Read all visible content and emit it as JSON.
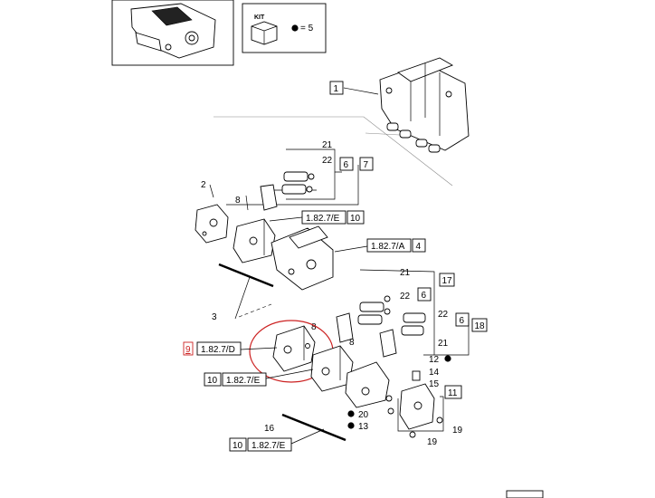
{
  "kit": {
    "title": "KIT",
    "qty": "= 5"
  },
  "callouts": {
    "c1": "1",
    "c2": "2",
    "c3": "3",
    "c4": "4",
    "c6a": "6",
    "c6b": "6",
    "c6c": "6",
    "c7": "7",
    "c8a": "8",
    "c8b": "8",
    "c8c": "8",
    "c9": "9",
    "c10a": "10",
    "c10b": "10",
    "c10c": "10",
    "c11": "11",
    "c12": "12",
    "c13": "13",
    "c14": "14",
    "c15": "15",
    "c16": "16",
    "c17": "17",
    "c18": "18",
    "c19a": "19",
    "c19b": "19",
    "c20": "20",
    "c21a": "21",
    "c21b": "21",
    "c21c": "21",
    "c22a": "22",
    "c22b": "22",
    "c22c": "22"
  },
  "refs": {
    "r_e1": "1.82.7/E",
    "r_a": "1.82.7/A",
    "r_d": "1.82.7/D",
    "r_e2": "1.82.7/E",
    "r_e3": "1.82.7/E"
  },
  "colors": {
    "highlight": "#cc2222",
    "line": "#000000"
  }
}
